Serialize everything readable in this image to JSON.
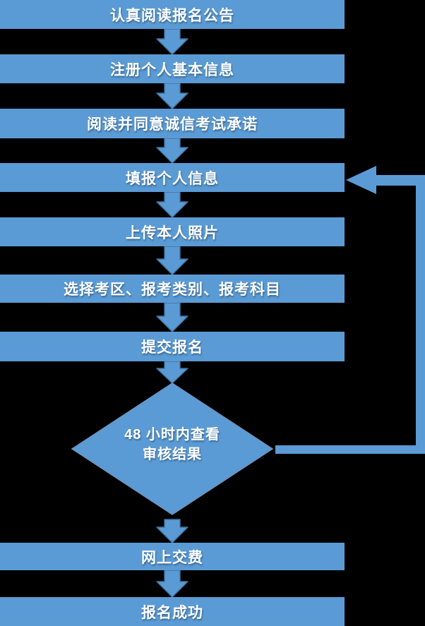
{
  "flow": {
    "steps": [
      {
        "label": "认真阅读报名公告"
      },
      {
        "label": "注册个人基本信息"
      },
      {
        "label": "阅读并同意诚信考试承诺"
      },
      {
        "label": "填报个人信息"
      },
      {
        "label": "上传本人照片"
      },
      {
        "label": "选择考区、报考类别、报考科目"
      },
      {
        "label": "提交报名"
      },
      {
        "label": "网上交费"
      },
      {
        "label": "报名成功"
      }
    ],
    "decision": {
      "line1": "48 小时内查看",
      "line2": "审核结果"
    },
    "loopback_target": "填报个人信息"
  },
  "colors": {
    "background": "#000000",
    "node_fill": "#5B9BD5",
    "arrow_fill": "#5B9BD5",
    "arrow_outline": "#41719C",
    "diamond_outline": "#6E91BC",
    "text": "#FFFFFF"
  }
}
